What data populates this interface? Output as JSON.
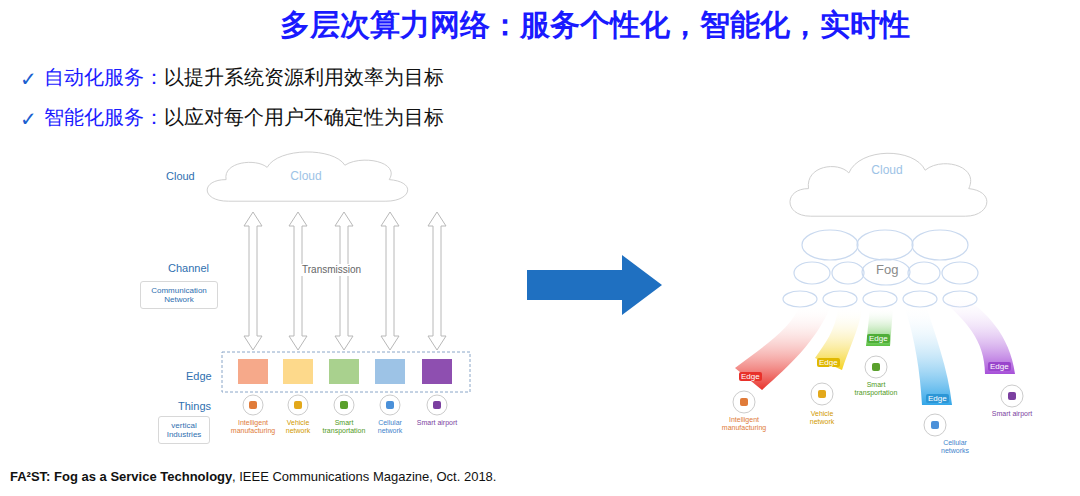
{
  "diagram": {
    "title": "多层次算力网络：服务个性化，智能化，实时性",
    "nodes": [
      {
        "text": [
          "Cloud"
        ]
      },
      {
        "text": [
          "Communication Network"
        ]
      },
      {
        "text": [
          "vertical Industries"
        ]
      },
      {
        "text": [
          "Cloud"
        ]
      },
      {
        "text": [
          "Edge"
        ]
      },
      {
        "text": [
          "Edge"
        ]
      },
      {
        "text": [
          "Edge"
        ]
      },
      {
        "text": [
          "Edge"
        ]
      },
      {
        "text": [
          "Edge"
        ]
      }
    ],
    "labels": [
      "✓",
      "自动化服务：",
      "以提升系统资源利用效率为目标",
      "✓",
      "智能化服务：",
      "以应对每个用户不确定性为目标",
      "Cloud",
      "Channel",
      "Transmission",
      "Edge",
      "Things",
      "Intelligent manufacturing",
      "Vehicle network",
      "Smart transportation",
      "Cellular network",
      "Smart airport",
      "Fog",
      "Intelligent manufacturing",
      "Vehicle network",
      "Smart transportation",
      "Cellular networks",
      "Smart airport",
      "FA²ST: Fog as a Service Technology",
      ", IEEE Communications Magazine, Oct. 2018."
    ]
  }
}
